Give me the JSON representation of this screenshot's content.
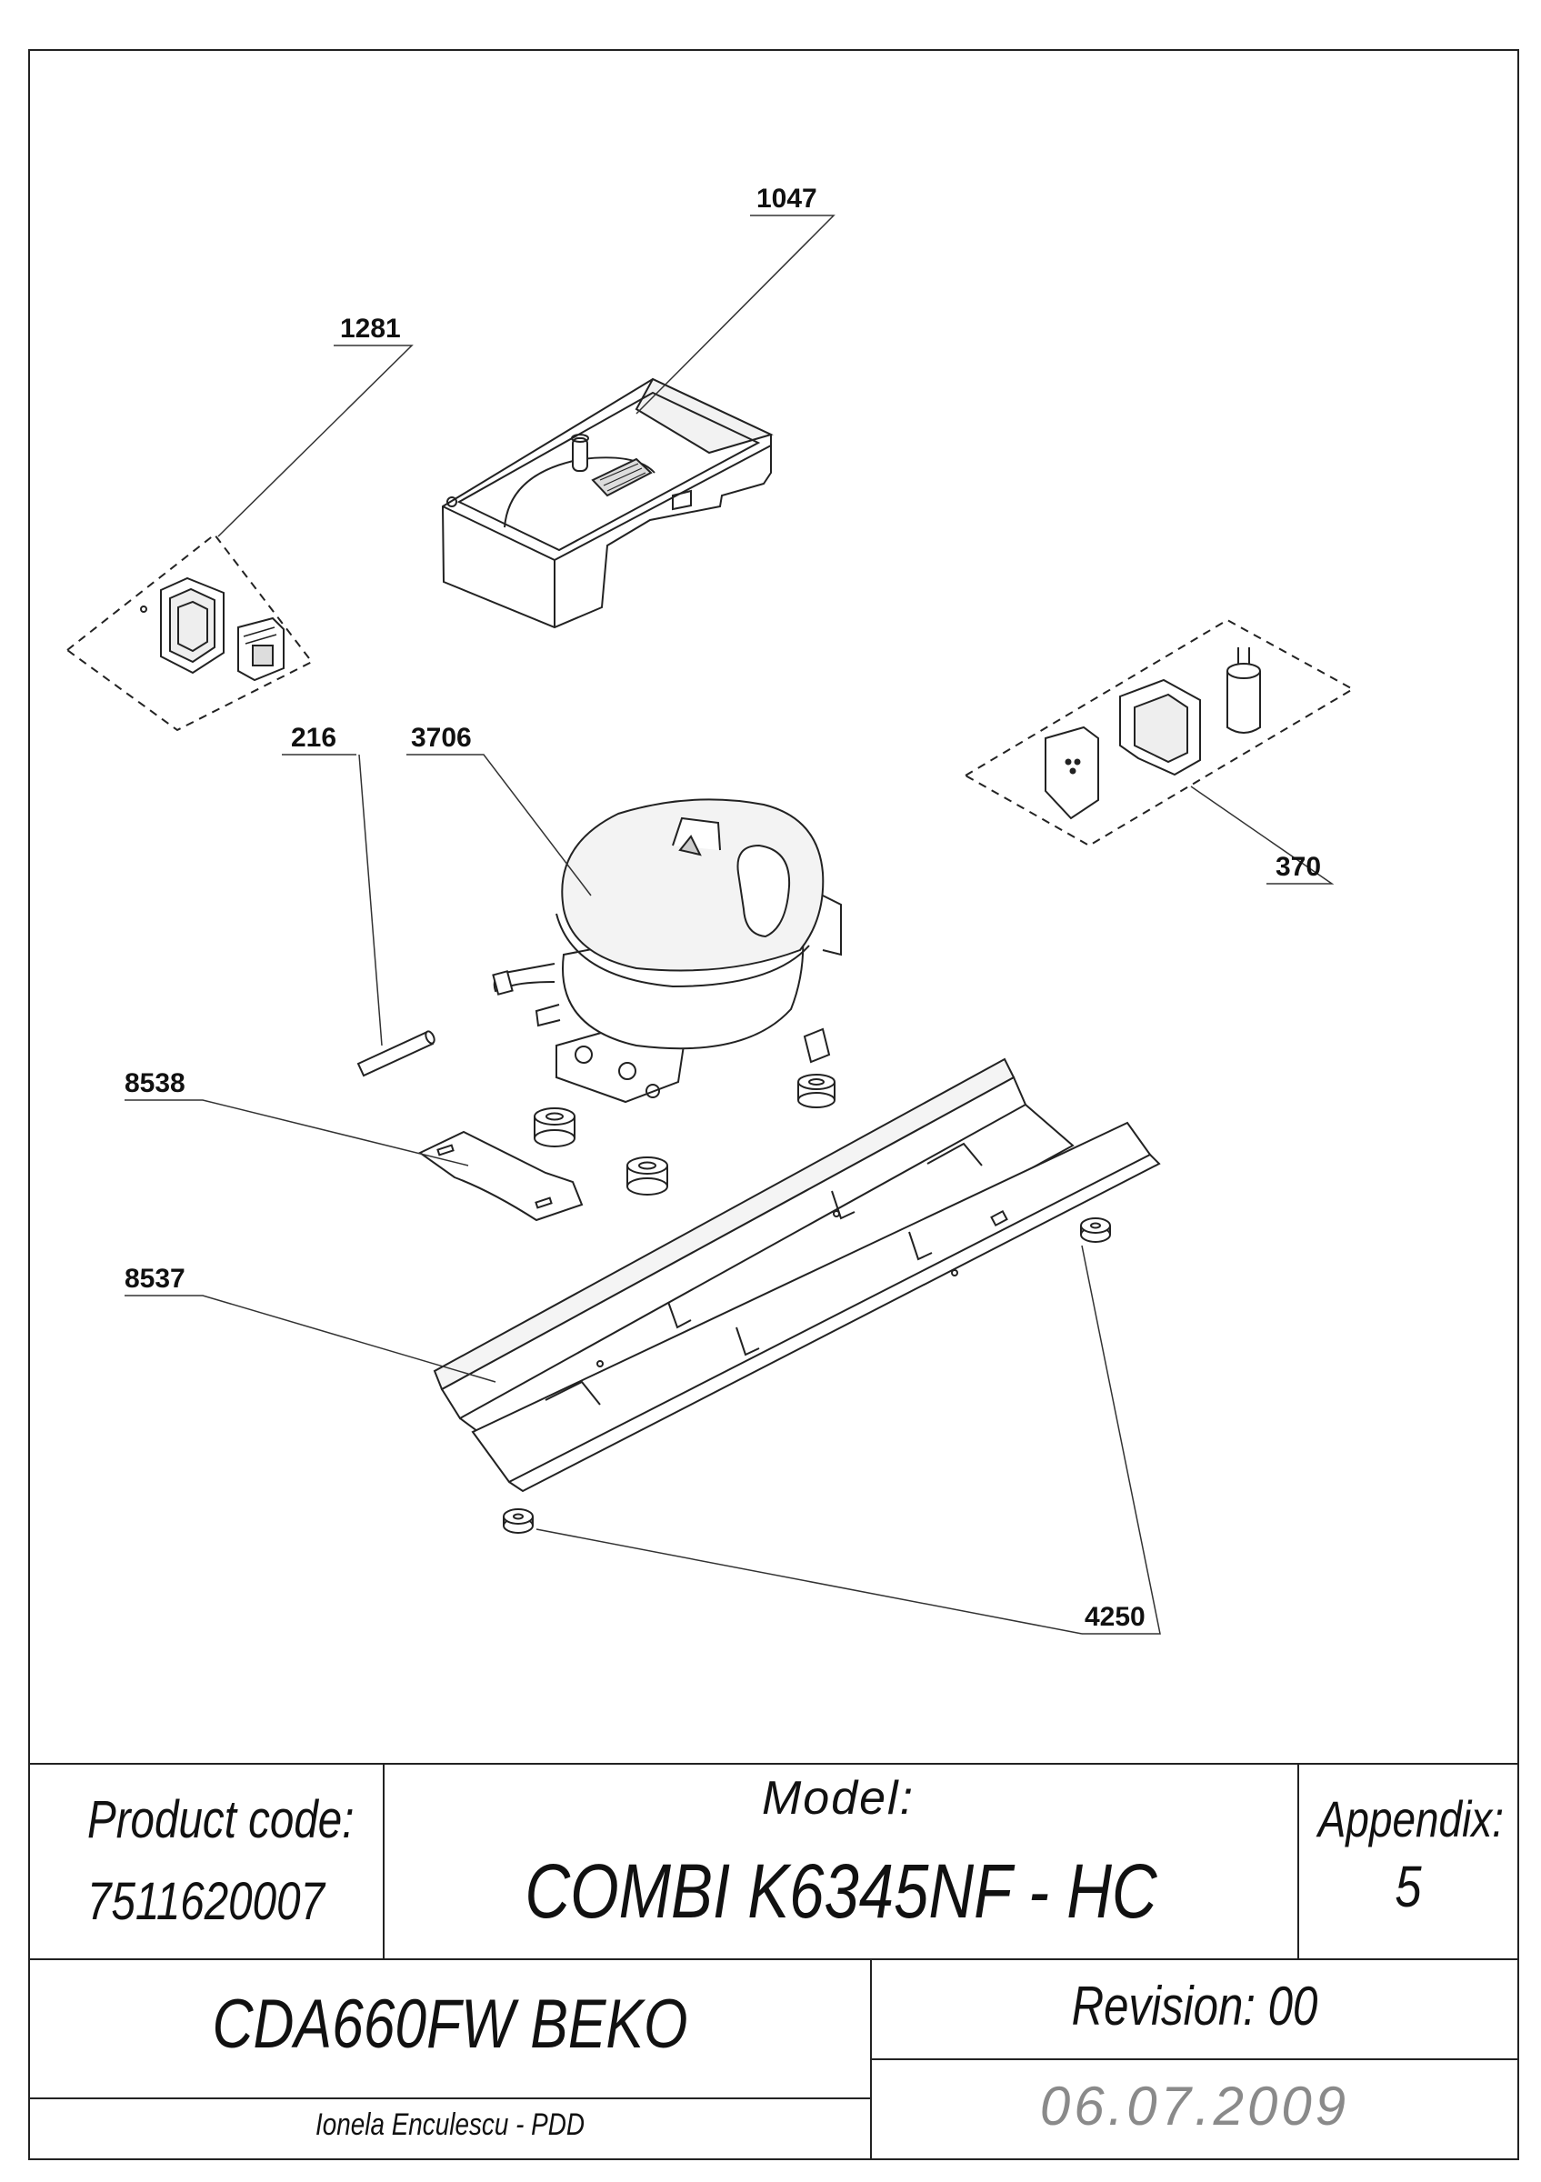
{
  "callouts": [
    {
      "id": "1047",
      "label": "1047"
    },
    {
      "id": "1281",
      "label": "1281"
    },
    {
      "id": "216",
      "label": "216"
    },
    {
      "id": "3706",
      "label": "3706"
    },
    {
      "id": "370",
      "label": "370"
    },
    {
      "id": "8538",
      "label": "8538"
    },
    {
      "id": "8537",
      "label": "8537"
    },
    {
      "id": "4250",
      "label": "4250"
    }
  ],
  "title_block": {
    "product_code_label": "Product code:",
    "product_code": "7511620007",
    "model_label": "Model:",
    "model": "COMBI K6345NF - HC",
    "appendix_label": "Appendix:",
    "appendix": "5",
    "product_name": "CDA660FW BEKO",
    "revision": "Revision: 00",
    "author": "Ionela Enculescu - PDD",
    "date": "06.07.2009"
  }
}
